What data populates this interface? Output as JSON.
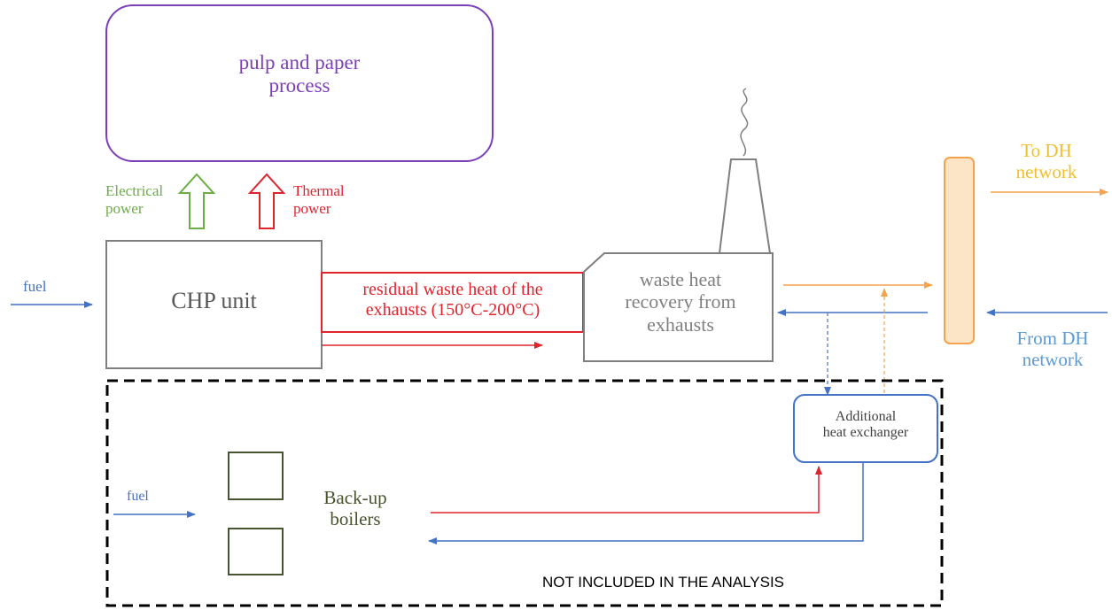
{
  "colors": {
    "purple": "#7B40B8",
    "green": "#6AAE45",
    "red": "#E0242B",
    "blue": "#4472C4",
    "orange": "#F4A24B",
    "yellow": "#F3BE2E",
    "gray": "#7F7F7F",
    "dark_green": "#46542F",
    "black": "#000000"
  },
  "process": {
    "line1": "pulp and paper",
    "line2": "process"
  },
  "electrical": {
    "line1": "Electrical",
    "line2": "power"
  },
  "thermal": {
    "line1": "Thermal",
    "line2": "power"
  },
  "fuel_top": "fuel",
  "chp": "CHP unit",
  "residual": {
    "line1": "residual waste heat of the",
    "line2": "exhausts (150°C-200°C)"
  },
  "recovery": {
    "line1": "waste heat",
    "line2": "recovery from",
    "line3": "exhausts"
  },
  "to_dh": {
    "line1": "To DH",
    "line2": "network"
  },
  "from_dh": {
    "line1": "From DH",
    "line2": "network"
  },
  "additional": {
    "line1": "Additional",
    "line2": "heat exchanger"
  },
  "backup": {
    "line1": "Back-up",
    "line2": "boilers"
  },
  "fuel_bottom": "fuel",
  "not_included": "NOT INCLUDED IN THE ANALYSIS"
}
